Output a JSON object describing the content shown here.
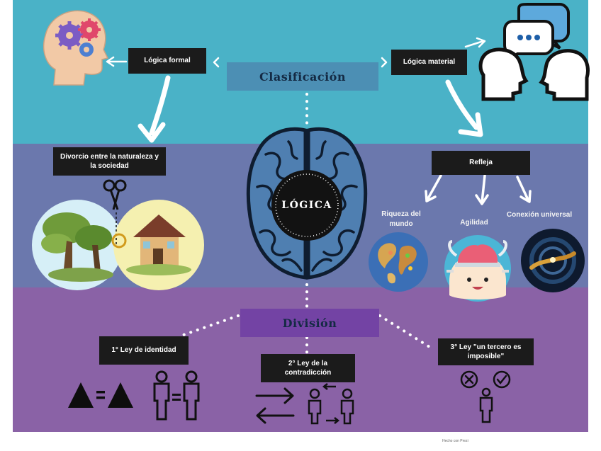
{
  "colors": {
    "top_band": "#4ab2c7",
    "middle_band": "#6b78ad",
    "bottom_band": "#8a62a6",
    "title_box_top": "#4c8fb4",
    "title_box_bottom": "#7343a4",
    "title_text": "#142a44",
    "dark_box": "#1b1b1b"
  },
  "center": {
    "label": "LÓGICA"
  },
  "clasificacion": {
    "title": "Clasificación",
    "formal": "Lógica formal",
    "material": "Lógica material"
  },
  "formal_branch": {
    "detail": "Divorcio entre la naturaleza y la sociedad"
  },
  "material_branch": {
    "detail": "Refleja",
    "items": [
      "Riqueza del mundo",
      "Agilidad",
      "Conexión universal"
    ]
  },
  "division": {
    "title": "División",
    "laws": [
      "1° Ley de identidad",
      "2° Ley de la contradicción",
      "3° Ley \"un tercero es imposible\""
    ]
  },
  "footer": {
    "credit": "Hecho con Prezi"
  },
  "icons": [
    "head-gears-icon",
    "speech-bubbles-icon",
    "brain-icon",
    "scissors-icon",
    "nature-tree-icon",
    "house-icon",
    "world-map-icon",
    "happy-brain-icon",
    "cosmic-hands-icon",
    "triangles-equal-icon",
    "persons-equal-icon",
    "opposite-arrows-icon",
    "persons-swap-icon",
    "person-choice-icon"
  ]
}
